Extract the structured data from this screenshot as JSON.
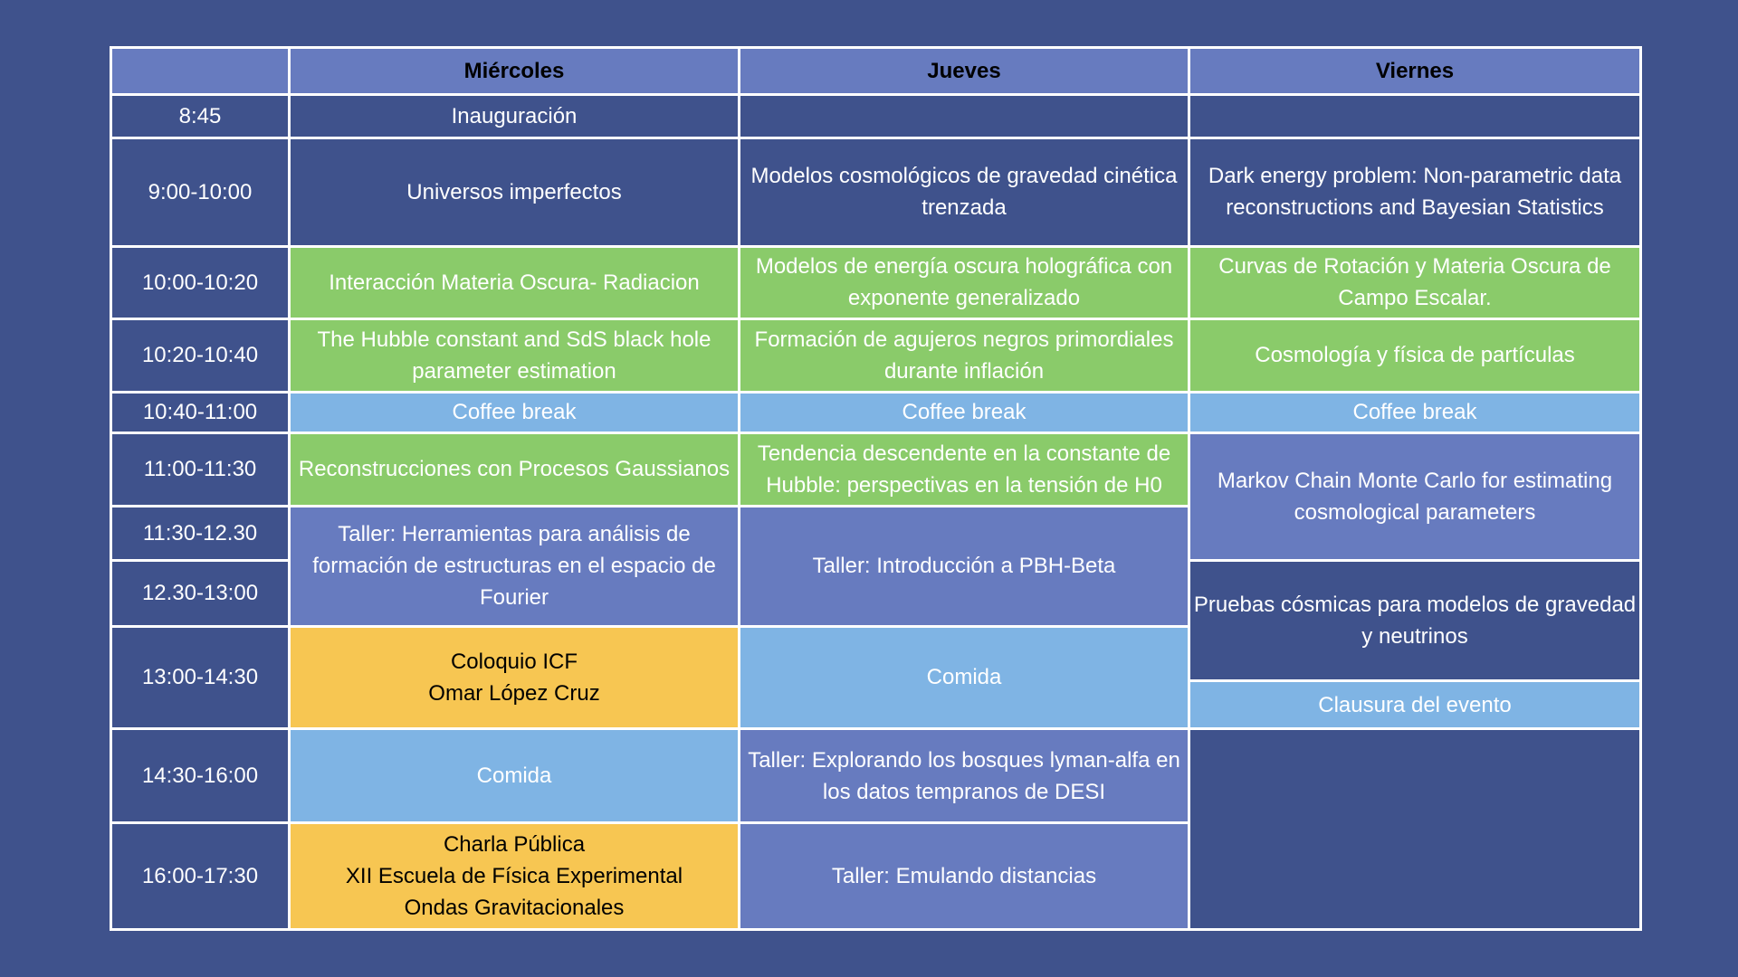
{
  "header": {
    "corner": "",
    "days": [
      "Miércoles",
      "Jueves",
      "Viernes"
    ]
  },
  "times": [
    "8:45",
    "9:00-10:00",
    "10:00-10:20",
    "10:20-10:40",
    "10:40-11:00",
    "11:00-11:30",
    "11:30-12.30",
    "12.30-13:00",
    "13:00-14:30",
    "14:30-16:00",
    "16:00-17:30"
  ],
  "miercoles": {
    "inauguracion": "Inauguración",
    "universos": "Universos imperfectos",
    "interaccion": "Interacción Materia Oscura- Radiacion",
    "hubble": "The Hubble constant and SdS black hole parameter estimation",
    "coffee": "Coffee break",
    "reconstrucciones": "Reconstrucciones con Procesos Gaussianos",
    "taller_fourier": "Taller: Herramientas para análisis de formación de estructuras en el espacio de Fourier",
    "coloquio_line1": "Coloquio ICF",
    "coloquio_line2": "Omar López Cruz",
    "comida": "Comida",
    "charla_line1": "Charla Pública",
    "charla_line2": "XII Escuela de Física Experimental",
    "charla_line3": "Ondas Gravitacionales"
  },
  "jueves": {
    "inauguracion": "",
    "modelos_gravedad": "Modelos cosmológicos de gravedad cinética trenzada",
    "energia_holografica": "Modelos de energía oscura holográfica con exponente generalizado",
    "agujeros": "Formación de agujeros negros primordiales durante inflación",
    "coffee": "Coffee break",
    "tendencia": "Tendencia descendente en la constante de Hubble: perspectivas en la tensión de H0",
    "taller_pbh": "Taller: Introducción a PBH-Beta",
    "comida": "Comida",
    "taller_lyman": "Taller: Explorando los bosques lyman-alfa en los datos tempranos de DESI",
    "taller_emulando": "Taller: Emulando distancias"
  },
  "viernes": {
    "inauguracion": "",
    "dark_energy": "Dark energy problem: Non-parametric data reconstructions and Bayesian Statistics",
    "curvas": "Curvas de Rotación y Materia Oscura de Campo Escalar.",
    "cosmologia": "Cosmología y física de partículas",
    "coffee": "Coffee break",
    "markov": "Markov Chain Monte Carlo for estimating cosmological parameters",
    "pruebas": "Pruebas cósmicas para modelos de gravedad y neutrinos",
    "clausura": "Clausura del evento",
    "empty_end": ""
  },
  "colors": {
    "background": "#3f528c",
    "header": "#677bbf",
    "talk_green": "#8acb6a",
    "break_blue": "#7fb4e4",
    "workshop_purple": "#677bbf",
    "highlight_yellow": "#f7c652",
    "grid": "#ffffff"
  }
}
